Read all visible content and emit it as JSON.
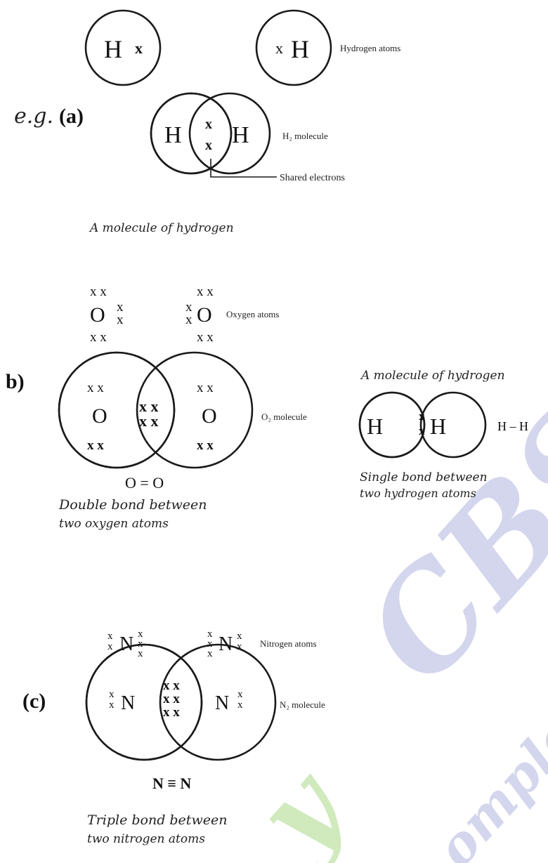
{
  "watermark": {
    "text_big": "CBSE",
    "text_small": "omplete g",
    "text_green": "y",
    "colors": {
      "blue": "#c9cde8",
      "green": "#c8e7b4"
    }
  },
  "section_a": {
    "prefix": "e.g.",
    "label": "(a)",
    "atom_left": {
      "symbol": "H",
      "electron": "x"
    },
    "atom_right": {
      "symbol": "H",
      "electron": "x"
    },
    "atoms_caption": "Hydrogen atoms",
    "molecule": {
      "left": "H",
      "right": "H",
      "shared": [
        "x",
        "x"
      ]
    },
    "molecule_caption": "H₂ molecule",
    "shared_caption": "Shared electrons",
    "caption": "A molecule of hydrogen"
  },
  "section_b": {
    "label": "b)",
    "atoms_caption": "Oxygen atoms",
    "atom_left": {
      "symbol": "O",
      "top": "x x",
      "bottom": "x x",
      "side": [
        "x",
        "x"
      ]
    },
    "atom_right": {
      "symbol": "O",
      "top": "x x",
      "bottom": "x x",
      "side": [
        "x",
        "x"
      ]
    },
    "molecule": {
      "left": "O",
      "right": "O",
      "left_top": "x x",
      "left_bottom": "x x",
      "right_top": "x x",
      "right_bottom": "x x",
      "shared": [
        "x x",
        "x x"
      ]
    },
    "molecule_caption": "O₂ molecule",
    "structural": "O = O",
    "caption_line1": "Double bond between",
    "caption_line2": "two oxygen atoms",
    "h2_title": "A molecule of hydrogen",
    "h2": {
      "left": "H",
      "right": "H",
      "shared": [
        "x",
        "x"
      ],
      "formula": "H – H"
    },
    "h2_caption_line1": "Single bond between",
    "h2_caption_line2": "two hydrogen atoms"
  },
  "section_c": {
    "label": "(c)",
    "atoms_caption": "Nitrogen atoms",
    "atom_left": {
      "symbol": "N"
    },
    "atom_right": {
      "symbol": "N"
    },
    "molecule": {
      "left": "N",
      "right": "N",
      "shared": [
        "x x",
        "x x",
        "x x"
      ]
    },
    "molecule_caption": "N₂ molecule",
    "structural": "N ≡ N",
    "caption_line1": "Triple bond between",
    "caption_line2": "two nitrogen atoms"
  }
}
